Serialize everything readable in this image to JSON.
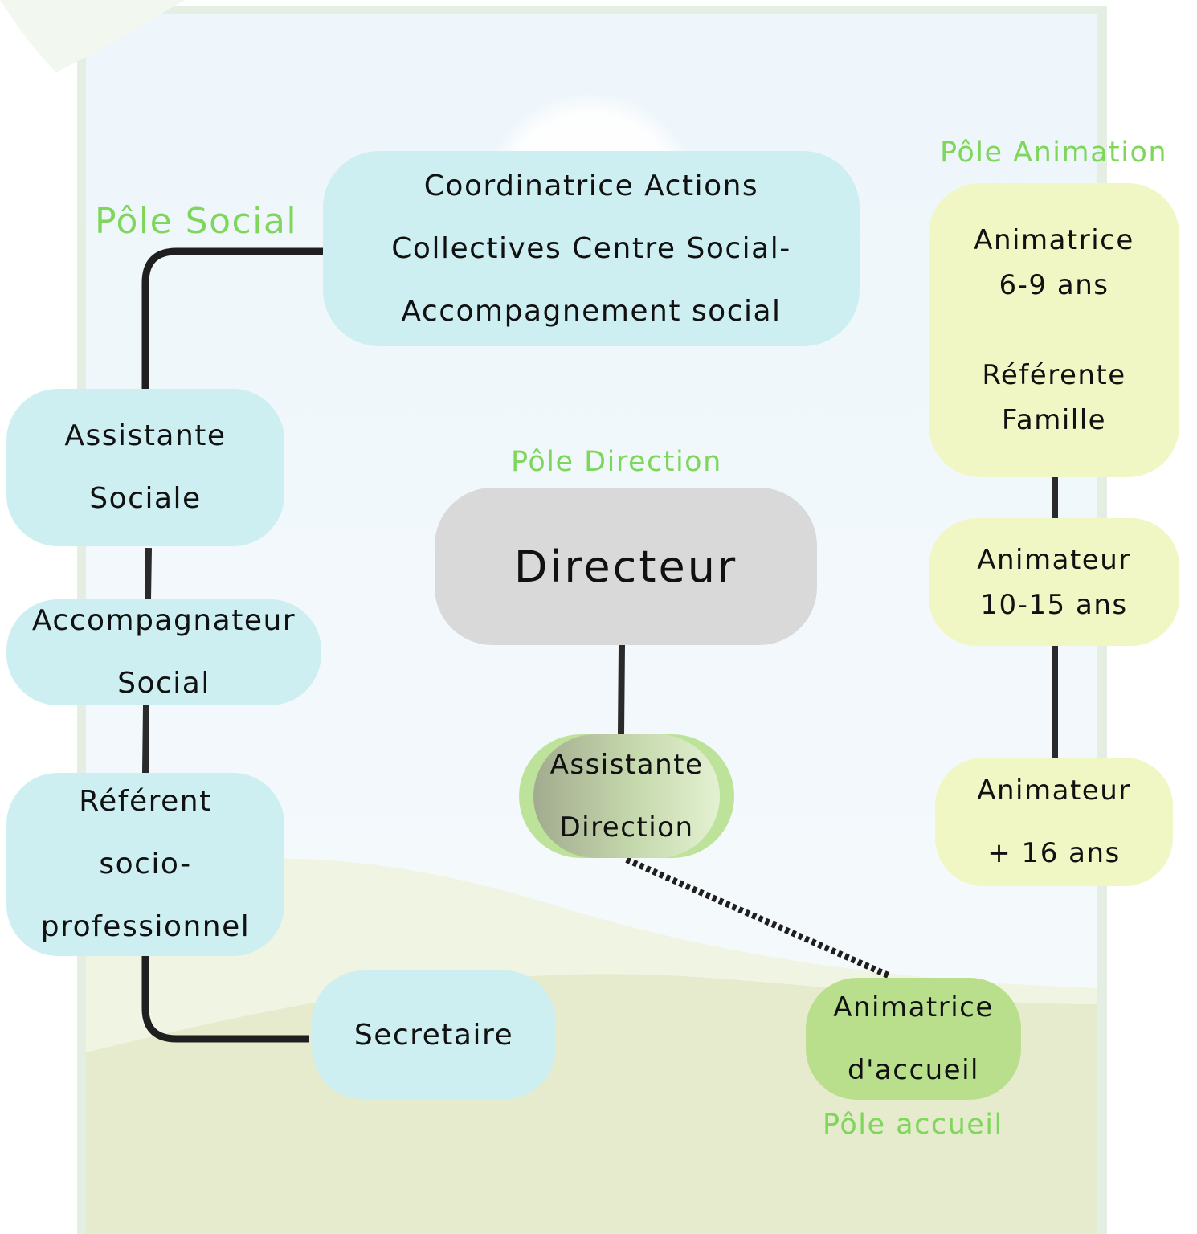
{
  "poles": {
    "social": "Pôle Social",
    "animation": "Pôle Animation",
    "direction": "Pôle Direction",
    "accueil": "Pôle accueil"
  },
  "nodes": {
    "coordinatrice": [
      "Coordinatrice Actions",
      "Collectives Centre Social-",
      "Accompagnement social"
    ],
    "assistante_sociale": [
      "Assistante",
      "Sociale"
    ],
    "accompagnateur": [
      "Accompagnateur",
      "Social"
    ],
    "referent": [
      "Référent",
      "socio-",
      "professionnel"
    ],
    "secretaire": "Secretaire",
    "directeur": "Directeur",
    "assistante_direction": [
      "Assistante",
      "Direction"
    ],
    "animatrice_6_9": [
      "Animatrice",
      "6-9 ans",
      "Référente",
      "Famille"
    ],
    "animateur_10_15": [
      "Animateur",
      "10-15 ans"
    ],
    "animateur_16": [
      "Animateur",
      "+ 16 ans"
    ],
    "animatrice_accueil": [
      "Animatrice",
      "d'accueil"
    ]
  },
  "colors": {
    "social_box": "#cdeff2",
    "animation_box": "#f1f7c4",
    "direction_box": "#d9d9d9",
    "accueil_box": "#b9df8c",
    "pole_label": "#7ed65b",
    "connector": "#1f1f1f"
  }
}
